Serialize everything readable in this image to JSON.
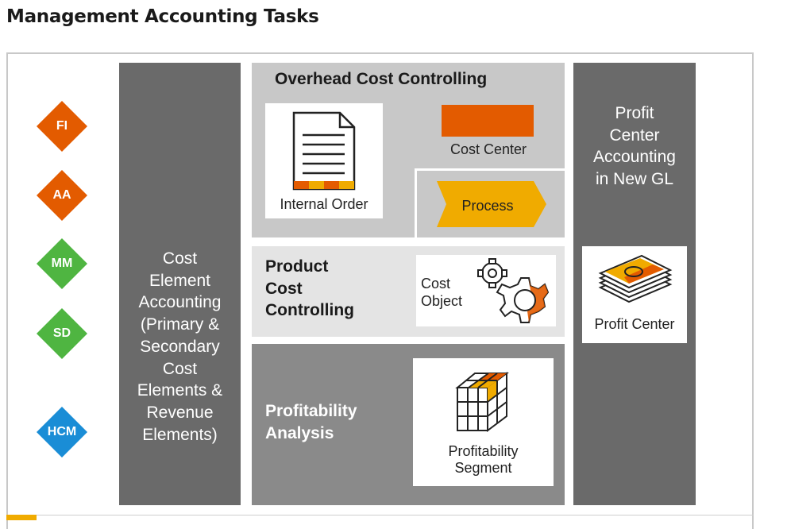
{
  "page_title": "Management Accounting Tasks",
  "components": [
    {
      "key": "fi",
      "label": "FI",
      "color": "#e35b00"
    },
    {
      "key": "aa",
      "label": "AA",
      "color": "#e35b00"
    },
    {
      "key": "mm",
      "label": "MM",
      "color": "#4fb541"
    },
    {
      "key": "sd",
      "label": "SD",
      "color": "#4fb541"
    },
    {
      "key": "hcm",
      "label": "HCM",
      "color": "#1a8dd6"
    }
  ],
  "cost_element_accounting": {
    "text": "Cost\nElement\nAccounting\n(Primary &\nSecondary\nCost\nElements &\nRevenue\nElements)"
  },
  "overhead": {
    "title": "Overhead Cost Controlling",
    "internal_order": "Internal Order",
    "cost_center": "Cost Center",
    "process": "Process"
  },
  "product_cost": {
    "title": "Product\nCost\nControlling",
    "cost_object": "Cost\nObject"
  },
  "profitability": {
    "title": "Profitability\nAnalysis",
    "segment": "Profitability\nSegment"
  },
  "profit_center": {
    "column_text": "Profit\nCenter\nAccounting\nin New GL",
    "label": "Profit Center"
  },
  "colors": {
    "orange": "#e35b00",
    "amber": "#f0ab00",
    "dark_gray": "#6a6a6a",
    "light_gray": "#c8c8c8",
    "pale_gray": "#e4e4e4",
    "mid_gray": "#8a8a8a"
  }
}
